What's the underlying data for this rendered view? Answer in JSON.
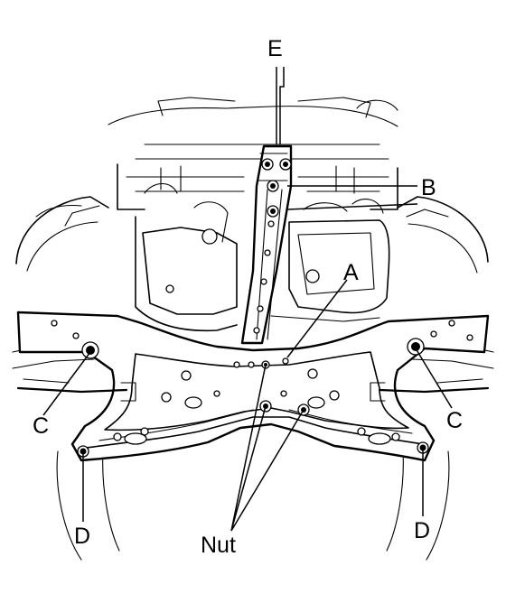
{
  "diagram": {
    "labels": {
      "a": "A",
      "b": "B",
      "c_left": "C",
      "c_right": "C",
      "d_left": "D",
      "d_right": "D",
      "e": "E",
      "nut": "Nut"
    }
  }
}
